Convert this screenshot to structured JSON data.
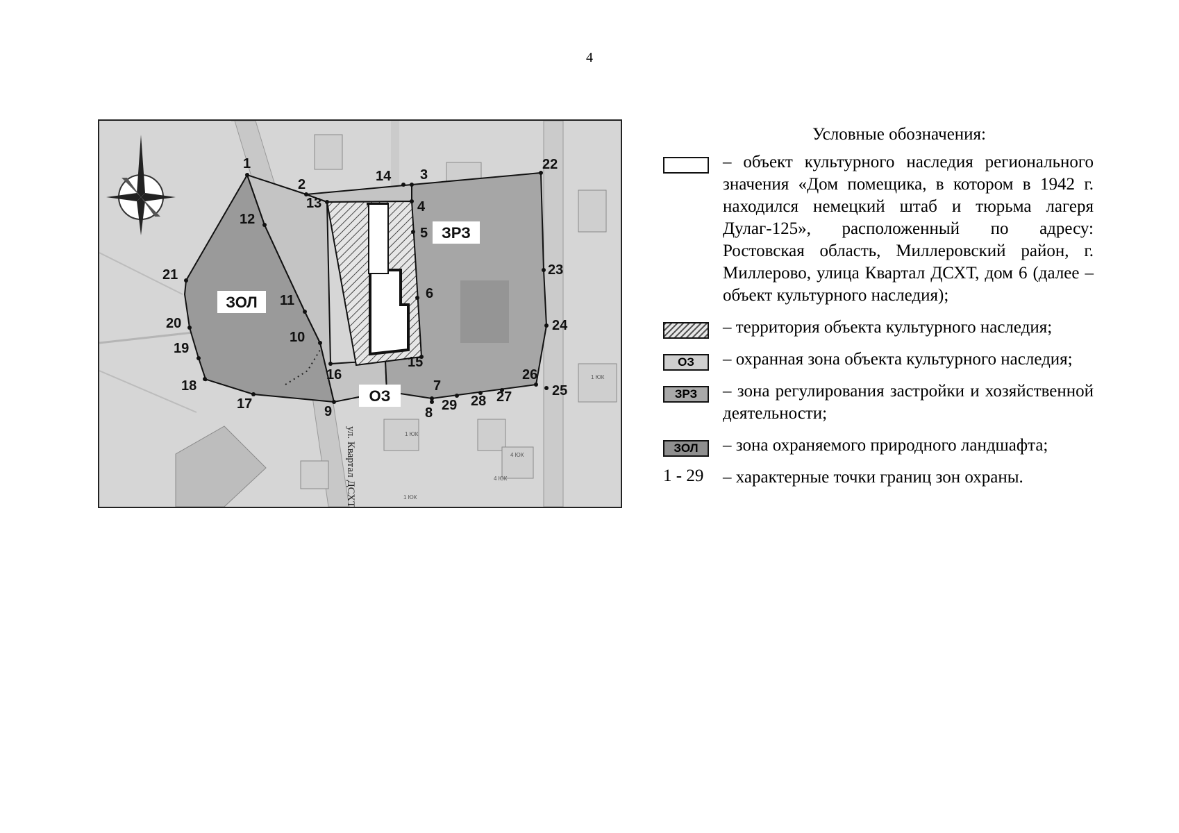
{
  "page_number": "4",
  "map": {
    "points": [
      {
        "id": "1",
        "label": "1"
      },
      {
        "id": "2",
        "label": "2"
      },
      {
        "id": "3",
        "label": "3"
      },
      {
        "id": "4",
        "label": "4"
      },
      {
        "id": "5",
        "label": "5"
      },
      {
        "id": "6",
        "label": "6"
      },
      {
        "id": "7",
        "label": "7"
      },
      {
        "id": "8",
        "label": "8"
      },
      {
        "id": "9",
        "label": "9"
      },
      {
        "id": "10",
        "label": "10"
      },
      {
        "id": "11",
        "label": "11"
      },
      {
        "id": "12",
        "label": "12"
      },
      {
        "id": "13",
        "label": "13"
      },
      {
        "id": "14",
        "label": "14"
      },
      {
        "id": "15",
        "label": "15"
      },
      {
        "id": "16",
        "label": "16"
      },
      {
        "id": "17",
        "label": "17"
      },
      {
        "id": "18",
        "label": "18"
      },
      {
        "id": "19",
        "label": "19"
      },
      {
        "id": "20",
        "label": "20"
      },
      {
        "id": "21",
        "label": "21"
      },
      {
        "id": "22",
        "label": "22"
      },
      {
        "id": "23",
        "label": "23"
      },
      {
        "id": "24",
        "label": "24"
      },
      {
        "id": "25",
        "label": "25"
      },
      {
        "id": "26",
        "label": "26"
      },
      {
        "id": "27",
        "label": "27"
      },
      {
        "id": "28",
        "label": "28"
      },
      {
        "id": "29",
        "label": "29"
      }
    ],
    "zone_labels": {
      "zol": "ЗОЛ",
      "zrz": "ЗРЗ",
      "oz": "ОЗ"
    },
    "street_label": "ул. Квартал ДСХТ",
    "house_labels": [
      "1 ЮК",
      "4 ЮК",
      "4 ЮК",
      "1 ЮК",
      "1 ЮК"
    ]
  },
  "legend": {
    "title": "Условные обозначения:",
    "items": [
      {
        "key": "",
        "text": "– объект культурного наследия регионального значения «Дом помещика, в котором в 1942 г. находился немецкий штаб и тюрьма лагеря Дулаг-125», расположенный по адресу: Ростовская область, Миллеровский район, г. Миллерово, улица Квартал ДСХТ, дом 6 (далее – объект культурного наследия);"
      },
      {
        "key": "",
        "text": "– территория объекта культурного наследия;"
      },
      {
        "key": "ОЗ",
        "text": "– охранная зона объекта культурного наследия;"
      },
      {
        "key": "ЗРЗ",
        "text": "– зона регулирования застройки и хозяйственной деятельности;"
      },
      {
        "key": "ЗОЛ",
        "text": "– зона охраняемого природного ландшафта;"
      },
      {
        "key": "1 - 29",
        "text": "– характерные точки границ зон охраны."
      }
    ]
  }
}
